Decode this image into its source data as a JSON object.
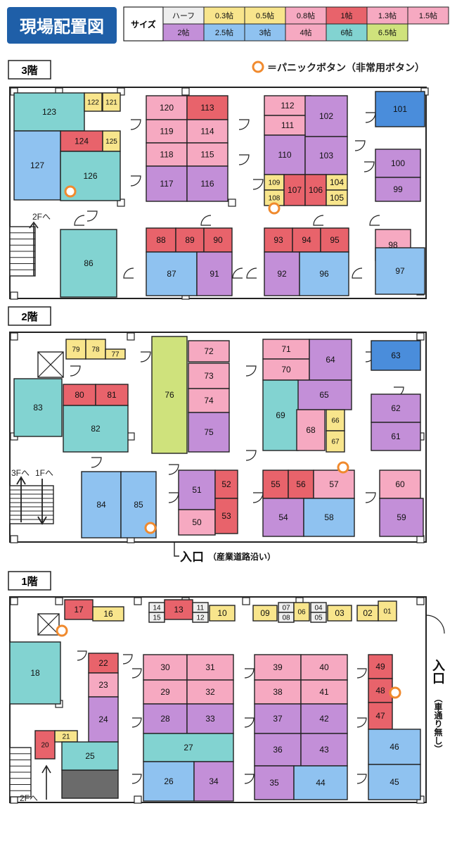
{
  "title": "現場配置図",
  "legend": {
    "label": "サイズ",
    "items": [
      {
        "label": "ハーフ",
        "color": "#eeeeee"
      },
      {
        "label": "0.3帖",
        "color": "#f8e58c"
      },
      {
        "label": "0.5帖",
        "color": "#f8e58c"
      },
      {
        "label": "0.8帖",
        "color": "#f6a9c1"
      },
      {
        "label": "1帖",
        "color": "#e8636b"
      },
      {
        "label": "1.3帖",
        "color": "#f6a9c1"
      },
      {
        "label": "1.5帖",
        "color": "#f6a9c1"
      },
      {
        "label": "2帖",
        "color": "#c38fd8"
      },
      {
        "label": "2.5帖",
        "color": "#8fc2f0"
      },
      {
        "label": "3帖",
        "color": "#8fc2f0"
      },
      {
        "label": "4帖",
        "color": "#f6a9c1"
      },
      {
        "label": "6帖",
        "color": "#82d3d1"
      },
      {
        "label": "6.5帖",
        "color": "#cfe27c"
      }
    ]
  },
  "colors": {
    "yellow": "#f8e58c",
    "lpink": "#f6a9c1",
    "red": "#e8636b",
    "purple": "#c38fd8",
    "blue": "#8fc2f0",
    "teal": "#82d3d1",
    "lime": "#cfe27c",
    "gray": "#eeeeee",
    "dblue": "#4a8ddb",
    "dark": "#6b6b6b",
    "orange": "#f08a2e",
    "navy": "#1f5fa8"
  },
  "panic_legend": "＝パニックボタン（非常用ボタン）",
  "floors": [
    {
      "label": "3階",
      "stairs_label": "2Fへ"
    },
    {
      "label": "2階",
      "stairs_label_a": "3Fへ",
      "stairs_label_b": "1Fへ",
      "entrance": "入口",
      "entrance_note": "（産業道路沿い）"
    },
    {
      "label": "1階",
      "stairs_label": "2Fへ",
      "entrance": "入口",
      "entrance_note": "（車通り無し）"
    }
  ],
  "units": {
    "f3": [
      {
        "id": "123",
        "c": "teal"
      },
      {
        "id": "122",
        "c": "yellow"
      },
      {
        "id": "121",
        "c": "yellow"
      },
      {
        "id": "124",
        "c": "red"
      },
      {
        "id": "125",
        "c": "yellow"
      },
      {
        "id": "127",
        "c": "blue"
      },
      {
        "id": "126",
        "c": "teal"
      },
      {
        "id": "120",
        "c": "lpink"
      },
      {
        "id": "113",
        "c": "red"
      },
      {
        "id": "119",
        "c": "lpink"
      },
      {
        "id": "114",
        "c": "lpink"
      },
      {
        "id": "118",
        "c": "lpink"
      },
      {
        "id": "115",
        "c": "lpink"
      },
      {
        "id": "117",
        "c": "purple"
      },
      {
        "id": "116",
        "c": "purple"
      },
      {
        "id": "112",
        "c": "lpink"
      },
      {
        "id": "111",
        "c": "lpink"
      },
      {
        "id": "102",
        "c": "purple"
      },
      {
        "id": "110",
        "c": "purple"
      },
      {
        "id": "103",
        "c": "purple"
      },
      {
        "id": "109",
        "c": "yellow"
      },
      {
        "id": "108",
        "c": "yellow"
      },
      {
        "id": "107",
        "c": "red"
      },
      {
        "id": "106",
        "c": "red"
      },
      {
        "id": "104",
        "c": "yellow"
      },
      {
        "id": "105",
        "c": "yellow"
      },
      {
        "id": "101",
        "c": "dblue"
      },
      {
        "id": "100",
        "c": "purple"
      },
      {
        "id": "99",
        "c": "purple"
      },
      {
        "id": "86",
        "c": "teal"
      },
      {
        "id": "88",
        "c": "red"
      },
      {
        "id": "89",
        "c": "red"
      },
      {
        "id": "90",
        "c": "red"
      },
      {
        "id": "87",
        "c": "blue"
      },
      {
        "id": "91",
        "c": "purple"
      },
      {
        "id": "93",
        "c": "red"
      },
      {
        "id": "94",
        "c": "red"
      },
      {
        "id": "95",
        "c": "red"
      },
      {
        "id": "92",
        "c": "purple"
      },
      {
        "id": "96",
        "c": "blue"
      },
      {
        "id": "98",
        "c": "lpink"
      },
      {
        "id": "97",
        "c": "blue"
      }
    ],
    "f2": [
      {
        "id": "79",
        "c": "yellow"
      },
      {
        "id": "78",
        "c": "yellow"
      },
      {
        "id": "77",
        "c": "yellow"
      },
      {
        "id": "80",
        "c": "red"
      },
      {
        "id": "81",
        "c": "red"
      },
      {
        "id": "83",
        "c": "teal"
      },
      {
        "id": "82",
        "c": "teal"
      },
      {
        "id": "76",
        "c": "lime"
      },
      {
        "id": "72",
        "c": "lpink"
      },
      {
        "id": "73",
        "c": "lpink"
      },
      {
        "id": "74",
        "c": "lpink"
      },
      {
        "id": "75",
        "c": "purple"
      },
      {
        "id": "71",
        "c": "lpink"
      },
      {
        "id": "70",
        "c": "lpink"
      },
      {
        "id": "64",
        "c": "purple"
      },
      {
        "id": "65",
        "c": "purple"
      },
      {
        "id": "69",
        "c": "teal"
      },
      {
        "id": "68",
        "c": "lpink"
      },
      {
        "id": "66",
        "c": "yellow"
      },
      {
        "id": "67",
        "c": "yellow"
      },
      {
        "id": "63",
        "c": "dblue"
      },
      {
        "id": "62",
        "c": "purple"
      },
      {
        "id": "61",
        "c": "purple"
      },
      {
        "id": "84",
        "c": "blue"
      },
      {
        "id": "85",
        "c": "blue"
      },
      {
        "id": "51",
        "c": "purple"
      },
      {
        "id": "52",
        "c": "red"
      },
      {
        "id": "50",
        "c": "lpink"
      },
      {
        "id": "53",
        "c": "red"
      },
      {
        "id": "55",
        "c": "red"
      },
      {
        "id": "56",
        "c": "red"
      },
      {
        "id": "57",
        "c": "lpink"
      },
      {
        "id": "54",
        "c": "purple"
      },
      {
        "id": "58",
        "c": "blue"
      },
      {
        "id": "60",
        "c": "lpink"
      },
      {
        "id": "59",
        "c": "purple"
      }
    ],
    "f1": [
      {
        "id": "17",
        "c": "red"
      },
      {
        "id": "16",
        "c": "yellow"
      },
      {
        "id": "14",
        "c": "gray"
      },
      {
        "id": "15",
        "c": "gray"
      },
      {
        "id": "13",
        "c": "red"
      },
      {
        "id": "11",
        "c": "gray"
      },
      {
        "id": "12",
        "c": "gray"
      },
      {
        "id": "10",
        "c": "yellow"
      },
      {
        "id": "09",
        "c": "yellow"
      },
      {
        "id": "07",
        "c": "gray"
      },
      {
        "id": "08",
        "c": "gray"
      },
      {
        "id": "06",
        "c": "yellow"
      },
      {
        "id": "04",
        "c": "gray"
      },
      {
        "id": "05",
        "c": "gray"
      },
      {
        "id": "03",
        "c": "yellow"
      },
      {
        "id": "02",
        "c": "yellow"
      },
      {
        "id": "01",
        "c": "yellow"
      },
      {
        "id": "18",
        "c": "teal"
      },
      {
        "id": "22",
        "c": "red"
      },
      {
        "id": "23",
        "c": "lpink"
      },
      {
        "id": "24",
        "c": "purple"
      },
      {
        "id": "20",
        "c": "red"
      },
      {
        "id": "21",
        "c": "yellow"
      },
      {
        "id": "25",
        "c": "teal"
      },
      {
        "id": "30",
        "c": "lpink"
      },
      {
        "id": "31",
        "c": "lpink"
      },
      {
        "id": "29",
        "c": "lpink"
      },
      {
        "id": "32",
        "c": "lpink"
      },
      {
        "id": "28",
        "c": "purple"
      },
      {
        "id": "33",
        "c": "purple"
      },
      {
        "id": "27",
        "c": "teal"
      },
      {
        "id": "26",
        "c": "blue"
      },
      {
        "id": "34",
        "c": "purple"
      },
      {
        "id": "39",
        "c": "lpink"
      },
      {
        "id": "40",
        "c": "lpink"
      },
      {
        "id": "38",
        "c": "lpink"
      },
      {
        "id": "41",
        "c": "lpink"
      },
      {
        "id": "37",
        "c": "purple"
      },
      {
        "id": "42",
        "c": "purple"
      },
      {
        "id": "36",
        "c": "purple"
      },
      {
        "id": "43",
        "c": "purple"
      },
      {
        "id": "35",
        "c": "purple"
      },
      {
        "id": "44",
        "c": "blue"
      },
      {
        "id": "49",
        "c": "red"
      },
      {
        "id": "48",
        "c": "red"
      },
      {
        "id": "47",
        "c": "red"
      },
      {
        "id": "46",
        "c": "blue"
      },
      {
        "id": "45",
        "c": "blue"
      }
    ]
  }
}
